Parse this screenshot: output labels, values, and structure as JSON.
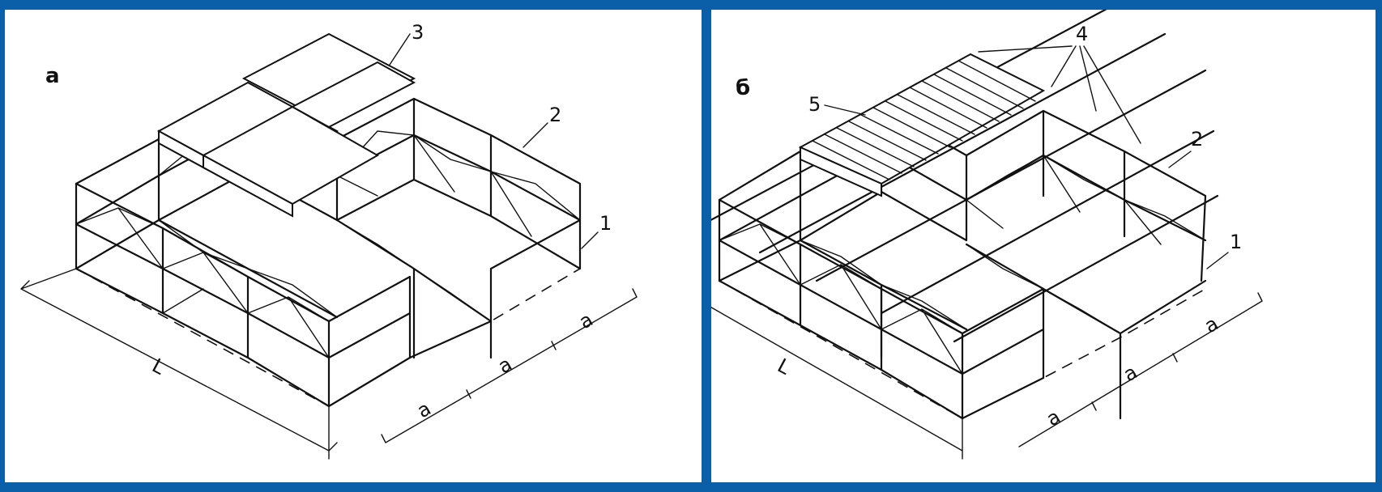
{
  "figure_a": {
    "label": "а",
    "callouts": [
      "1",
      "2",
      "3"
    ],
    "dims": {
      "span": "L",
      "pitch": [
        "a",
        "a",
        "a"
      ]
    }
  },
  "figure_b": {
    "label": "б",
    "callouts": [
      "1",
      "2",
      "4",
      "5"
    ],
    "dims": {
      "span": "L",
      "pitch": [
        "a",
        "a",
        "a"
      ]
    }
  },
  "colors": {
    "frame": "#0a5fa8",
    "ink": "#111111",
    "paper": "#ffffff"
  }
}
